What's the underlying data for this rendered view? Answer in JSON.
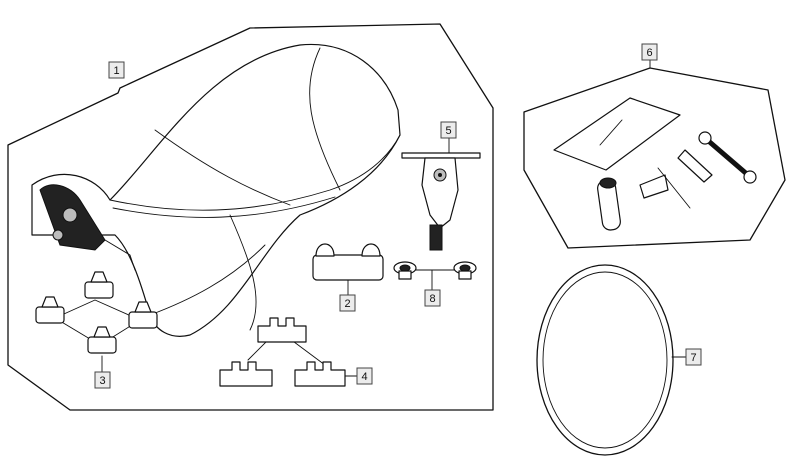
{
  "callouts": [
    {
      "id": "c1",
      "label": "1"
    },
    {
      "id": "c2",
      "label": "2"
    },
    {
      "id": "c3",
      "label": "3"
    },
    {
      "id": "c4",
      "label": "4"
    },
    {
      "id": "c5",
      "label": "5"
    },
    {
      "id": "c6",
      "label": "6"
    },
    {
      "id": "c7",
      "label": "7"
    },
    {
      "id": "c8",
      "label": "8"
    }
  ],
  "parts": [
    {
      "ref": "1",
      "icon": "seat-assembly-icon"
    },
    {
      "ref": "2",
      "icon": "rubber-bumper-icon"
    },
    {
      "ref": "3",
      "icon": "rubber-buffer-set-icon"
    },
    {
      "ref": "4",
      "icon": "clip-set-icon"
    },
    {
      "ref": "5",
      "icon": "seat-lock-bracket-icon"
    },
    {
      "ref": "6",
      "icon": "tool-kit-icon"
    },
    {
      "ref": "7",
      "icon": "rubber-band-icon"
    },
    {
      "ref": "8",
      "icon": "nut-pair-icon"
    }
  ],
  "colors": {
    "line": "#111111",
    "callout_fill": "#ececec",
    "background": "#ffffff"
  }
}
